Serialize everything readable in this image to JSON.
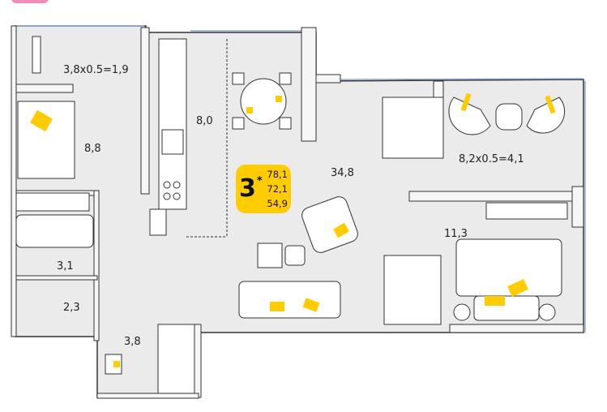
{
  "badge": {
    "rooms": "3",
    "mark": "*",
    "area_total": "78,1",
    "area_living": "72,1",
    "area_rooms": "54,9",
    "color": "#ffcc00"
  },
  "rooms": {
    "balcony_left": "3,8x0.5=1,9",
    "bedroom_left": "8,8",
    "kitchen": "8,0",
    "living": "34,8",
    "balcony_right": "8,2x0.5=4,1",
    "bedroom_right": "11,3",
    "bathroom": "3,1",
    "wc": "2,3",
    "hall": "3,8"
  },
  "colors": {
    "floor": "#ebebeb",
    "wall": "#333333",
    "accent": "#ffcc00",
    "window": "#8fa8d8"
  }
}
